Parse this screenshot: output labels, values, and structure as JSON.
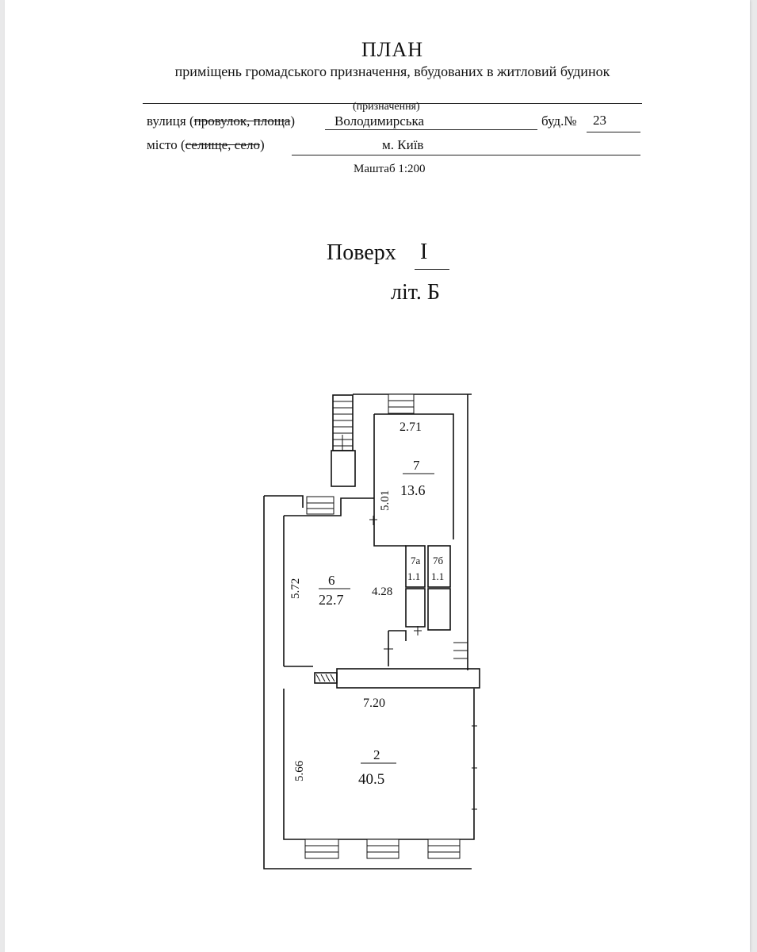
{
  "header": {
    "title": "ПЛАН",
    "subtitle": "приміщень громадського призначення, вбудованих в житловий будинок",
    "purpose_caption": "(призначення)",
    "street_prefix": "вулиця (",
    "street_struck": "провулок, площа",
    "street_suffix": ")",
    "street_value": "Володимирська",
    "building_label": "буд.№",
    "building_value": "23",
    "city_prefix": "місто (",
    "city_struck": "селище, село",
    "city_suffix": ")",
    "city_value": "м. Київ",
    "scale": "Маштаб 1:200"
  },
  "floor": {
    "label": "Поверх",
    "value": "I",
    "letter": "літ. Б"
  },
  "plan": {
    "rooms": [
      {
        "number": "7",
        "area": "13.6"
      },
      {
        "number": "6",
        "area": "22.7"
      },
      {
        "number": "2",
        "area": "40.5"
      },
      {
        "number": "7а",
        "area": "1.1"
      },
      {
        "number": "7б",
        "area": "1.1"
      }
    ],
    "dimensions": {
      "room7_width": "2.71",
      "room7_length": "5.01",
      "room6_length": "5.72",
      "room6_width": "4.28",
      "room2_width": "7.20",
      "room2_length": "5.66"
    }
  }
}
